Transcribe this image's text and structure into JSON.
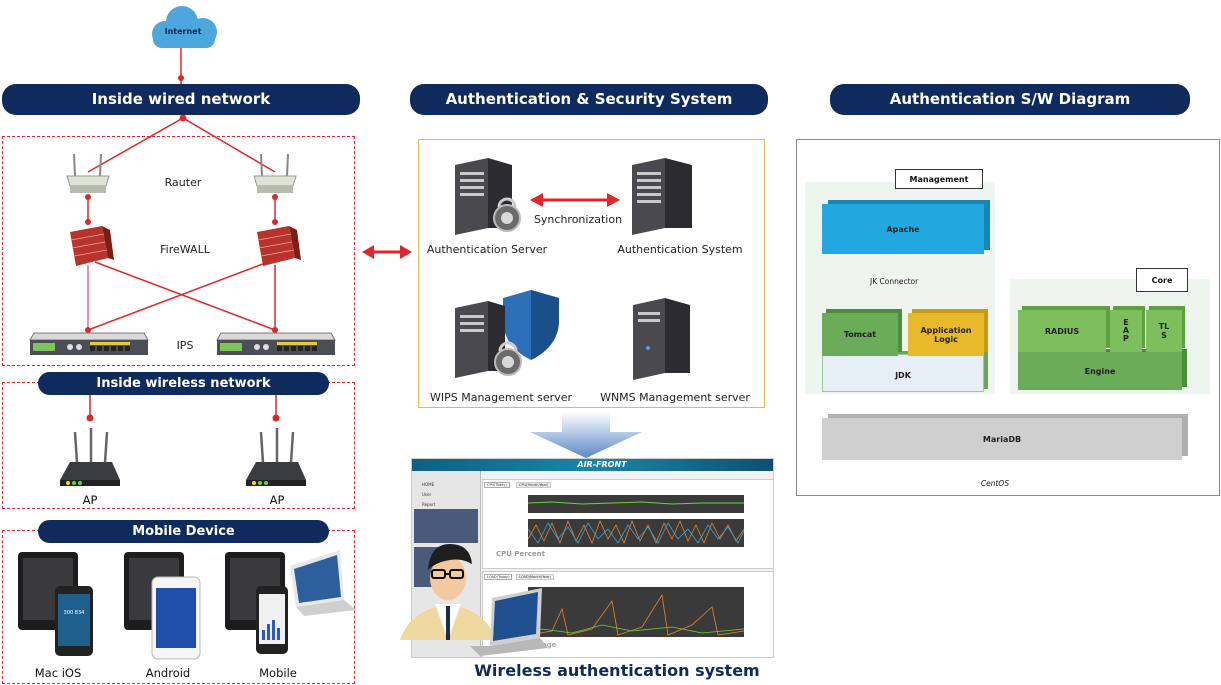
{
  "cloud": {
    "label": "Internet"
  },
  "left": {
    "wired_title": "Inside wired  network",
    "router_label": "Rauter",
    "firewall_label": "FireWALL",
    "ips_label": "IPS",
    "wireless_title": "Inside wireless network",
    "ap_left": "AP",
    "ap_right": "AP",
    "mobile_title": "Mobile Device",
    "device_mac_ios": "Mac  iOS",
    "device_android": "Android",
    "device_mobile": "Mobile",
    "phone_number": "300 834"
  },
  "middle": {
    "title": "Authentication & Security System",
    "auth_server": "Authentication Server",
    "sync": "Synchronization",
    "auth_system": "Authentication System",
    "wips": "WIPS Management server",
    "wnms": "WNMS Management server",
    "dashboard": {
      "brand": "AIR-FRONT",
      "nav": [
        "HOME",
        "User",
        "Report"
      ],
      "tab1": "CPU(Today)",
      "tab2": "CPU(Month/Year)",
      "cpu_title": "CPU Percent",
      "tab3": "LOAD(Today)",
      "tab4": "LOAD(Month/Year)",
      "load_title": "Usage"
    },
    "caption": "Wireless authentication system"
  },
  "right": {
    "title": "Authentication S/W Diagram",
    "management": "Management",
    "apache": "Apache",
    "jk": "JK Connector",
    "tomcat": "Tomcat",
    "app_logic": "Application Logic",
    "jdk": "JDK",
    "core": "Core",
    "radius": "RADIUS",
    "eap": "E\nA\nP",
    "tls": "TL\nS",
    "engine": "Engine",
    "mariadb": "MariaDB",
    "os": "CentOS"
  },
  "colors": {
    "navy": "#0f2a5c",
    "red": "#e0262b",
    "apache_blue": "#22a8e0",
    "green": "#7cbf5c",
    "yellow": "#e8b92a",
    "gold_border": "#e8b84a"
  }
}
